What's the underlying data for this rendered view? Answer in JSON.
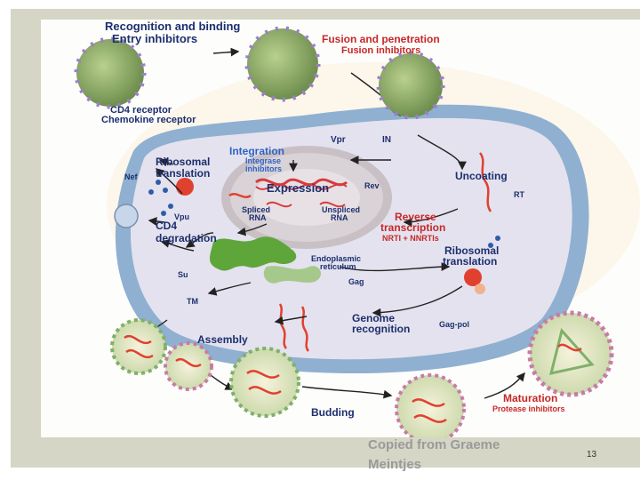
{
  "labels": {
    "recognition": "Recognition and binding",
    "entry_inhibitors": "Entry inhibitors",
    "fusion": "Fusion and penetration",
    "fusion_inhibitors": "Fusion inhibitors",
    "cd4_receptor": "CD4 receptor",
    "chemokine_receptor": "Chemokine receptor",
    "vpr": "Vpr",
    "in": "IN",
    "integration": "Integration",
    "integrase_inhibitors": "Integrase",
    "integrase_inhibitors_2": "inhibitors",
    "ribosomal_1": "Ribosomal",
    "translation_1": "translation",
    "nef": "Nef",
    "expression": "Expression",
    "rev": "Rev",
    "uncoating": "Uncoating",
    "rt": "RT",
    "spliced_1": "Spliced",
    "spliced_2": "RNA",
    "unspliced_1": "Unspliced",
    "unspliced_2": "RNA",
    "vpu": "Vpu",
    "cd4_deg_1": "CD4",
    "cd4_deg_2": "degradation",
    "reverse_1": "Reverse",
    "reverse_2": "transcription",
    "nrti": "NRTI + NNRTIs",
    "ribosomal_2": "Ribosomal",
    "translation_2": "translation",
    "er_1": "Endoplasmic",
    "er_2": "reticulum",
    "su": "Su",
    "tm": "TM",
    "gag": "Gag",
    "genome_1": "Genome",
    "genome_2": "recognition",
    "gagpol": "Gag-pol",
    "assembly": "Assembly",
    "budding": "Budding",
    "maturation": "Maturation",
    "protease_inhibitors": "Protease inhibitors"
  },
  "footer": {
    "credit_line1": "Copied from Graeme",
    "credit_line2": "Meintjes",
    "page_number": "13"
  },
  "colors": {
    "frame": "#d6d6c6",
    "cell_outer": "#8fb0d0",
    "cell_inner": "#e4e2ee",
    "nucleus": "#d9d2d6",
    "virion": "#8aa866",
    "stage_label": "#1c2f6e",
    "inhibitor_label": "#c62828",
    "integration_label": "#2e63c4"
  }
}
